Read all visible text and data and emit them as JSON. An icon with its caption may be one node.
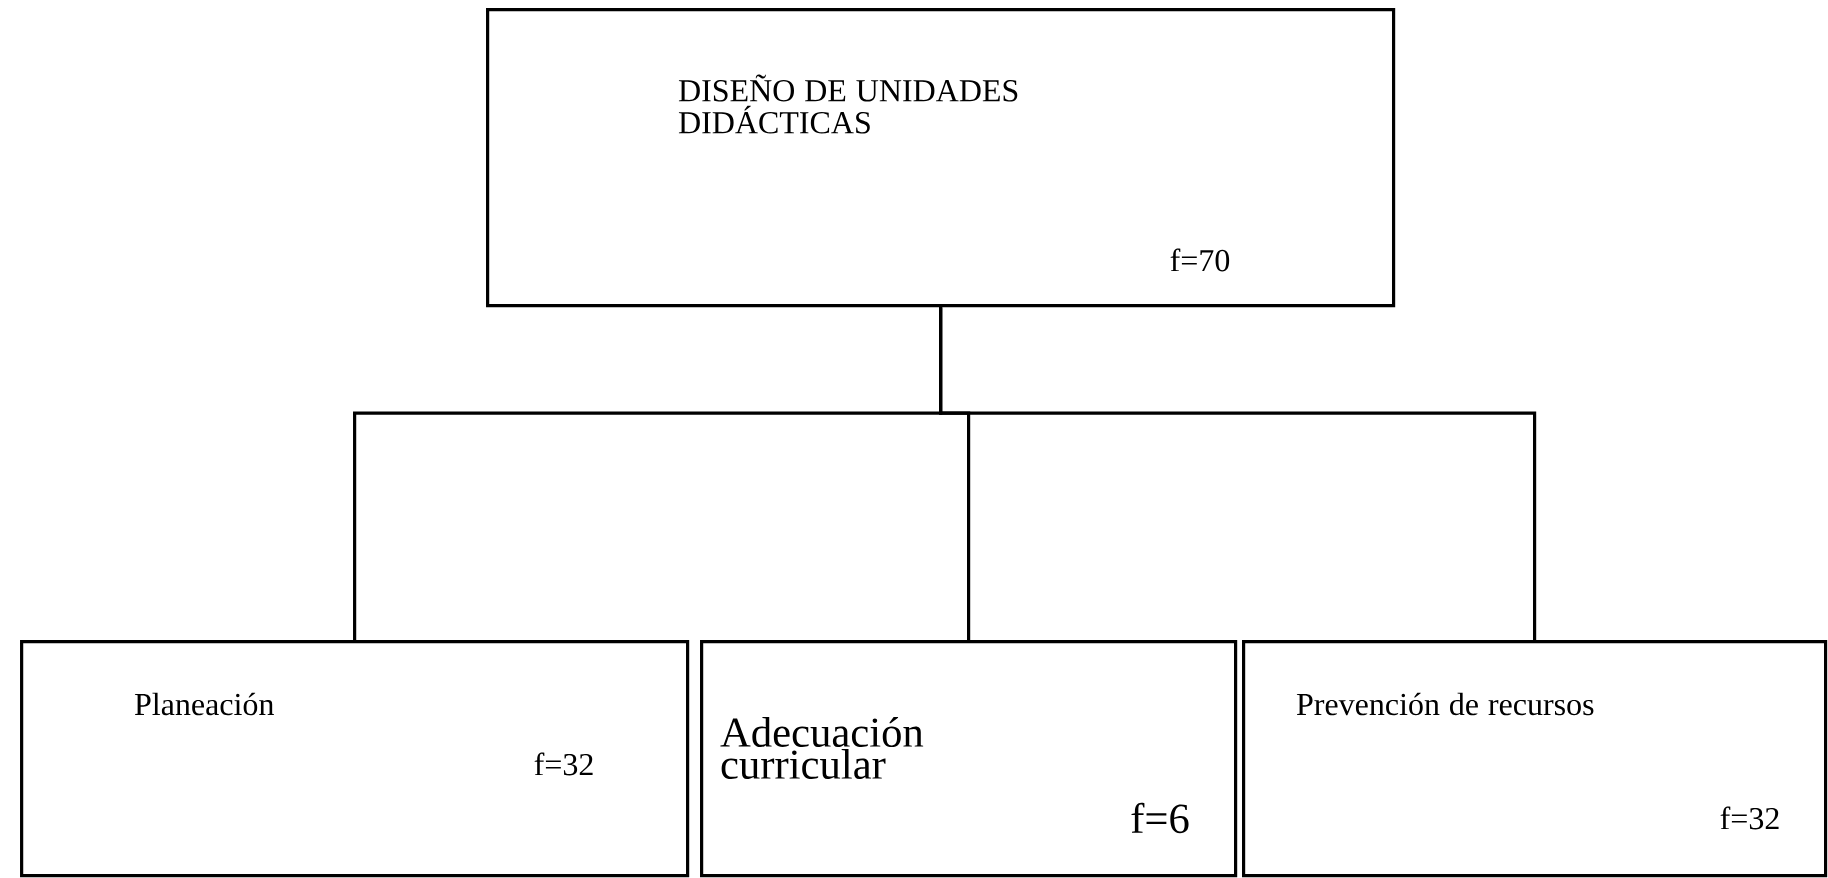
{
  "diagram": {
    "nodes": [
      {
        "text": [
          "DISEÑO DE UNIDADES DIDÁCTICAS",
          "f=70"
        ]
      },
      {
        "text": [
          "Planeación",
          "f=32"
        ]
      },
      {
        "text": [
          "Adecuación curricular",
          "f=6"
        ]
      },
      {
        "text": [
          "Prevención de recursos",
          "f=32"
        ]
      }
    ],
    "edges": [
      {
        "from": 0,
        "to": 1,
        "arrow": "none"
      },
      {
        "from": 0,
        "to": 2,
        "arrow": "none"
      },
      {
        "from": 0,
        "to": 3,
        "arrow": "none"
      }
    ]
  }
}
